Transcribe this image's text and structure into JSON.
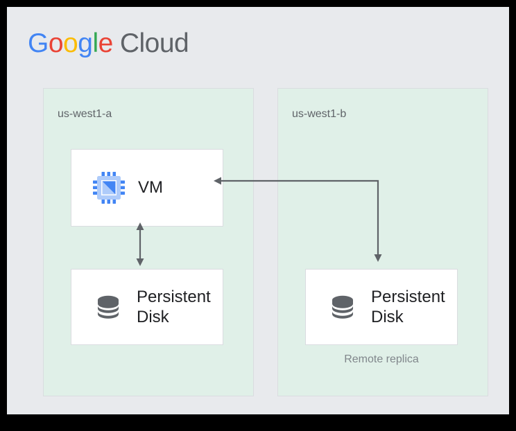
{
  "brand": {
    "logo_google": "Google",
    "logo_google_letters": [
      "G",
      "o",
      "o",
      "g",
      "l",
      "e"
    ],
    "logo_cloud": "Cloud",
    "colors": {
      "blue": "#4285f4",
      "red": "#ea4335",
      "yellow": "#fbbc05",
      "green": "#34a853",
      "gray_text": "#5f6368",
      "zone_fill": "#e0f0e8",
      "page_bg": "#e8eaed",
      "box_border": "#dadce0",
      "connector": "#5f6368",
      "dark_text": "#202124",
      "disk_icon": "#5f6368"
    }
  },
  "diagram": {
    "zones": [
      {
        "id": "zone-a",
        "label": "us-west1-a",
        "nodes": [
          {
            "id": "vm",
            "label": "VM",
            "icon": "cpu-chip-icon"
          },
          {
            "id": "pd-left",
            "label": "Persistent\nDisk",
            "icon": "persistent-disk-icon"
          }
        ]
      },
      {
        "id": "zone-b",
        "label": "us-west1-b",
        "nodes": [
          {
            "id": "pd-right",
            "label": "Persistent\nDisk",
            "icon": "persistent-disk-icon",
            "caption": "Remote replica"
          }
        ]
      }
    ],
    "connectors": [
      {
        "id": "vm-to-pd-left",
        "from": "vm",
        "to": "pd-left",
        "style": "double-arrow-vertical"
      },
      {
        "id": "replica-link",
        "from": "vm",
        "to": "pd-right",
        "style": "elbow-double-arrow"
      }
    ]
  }
}
